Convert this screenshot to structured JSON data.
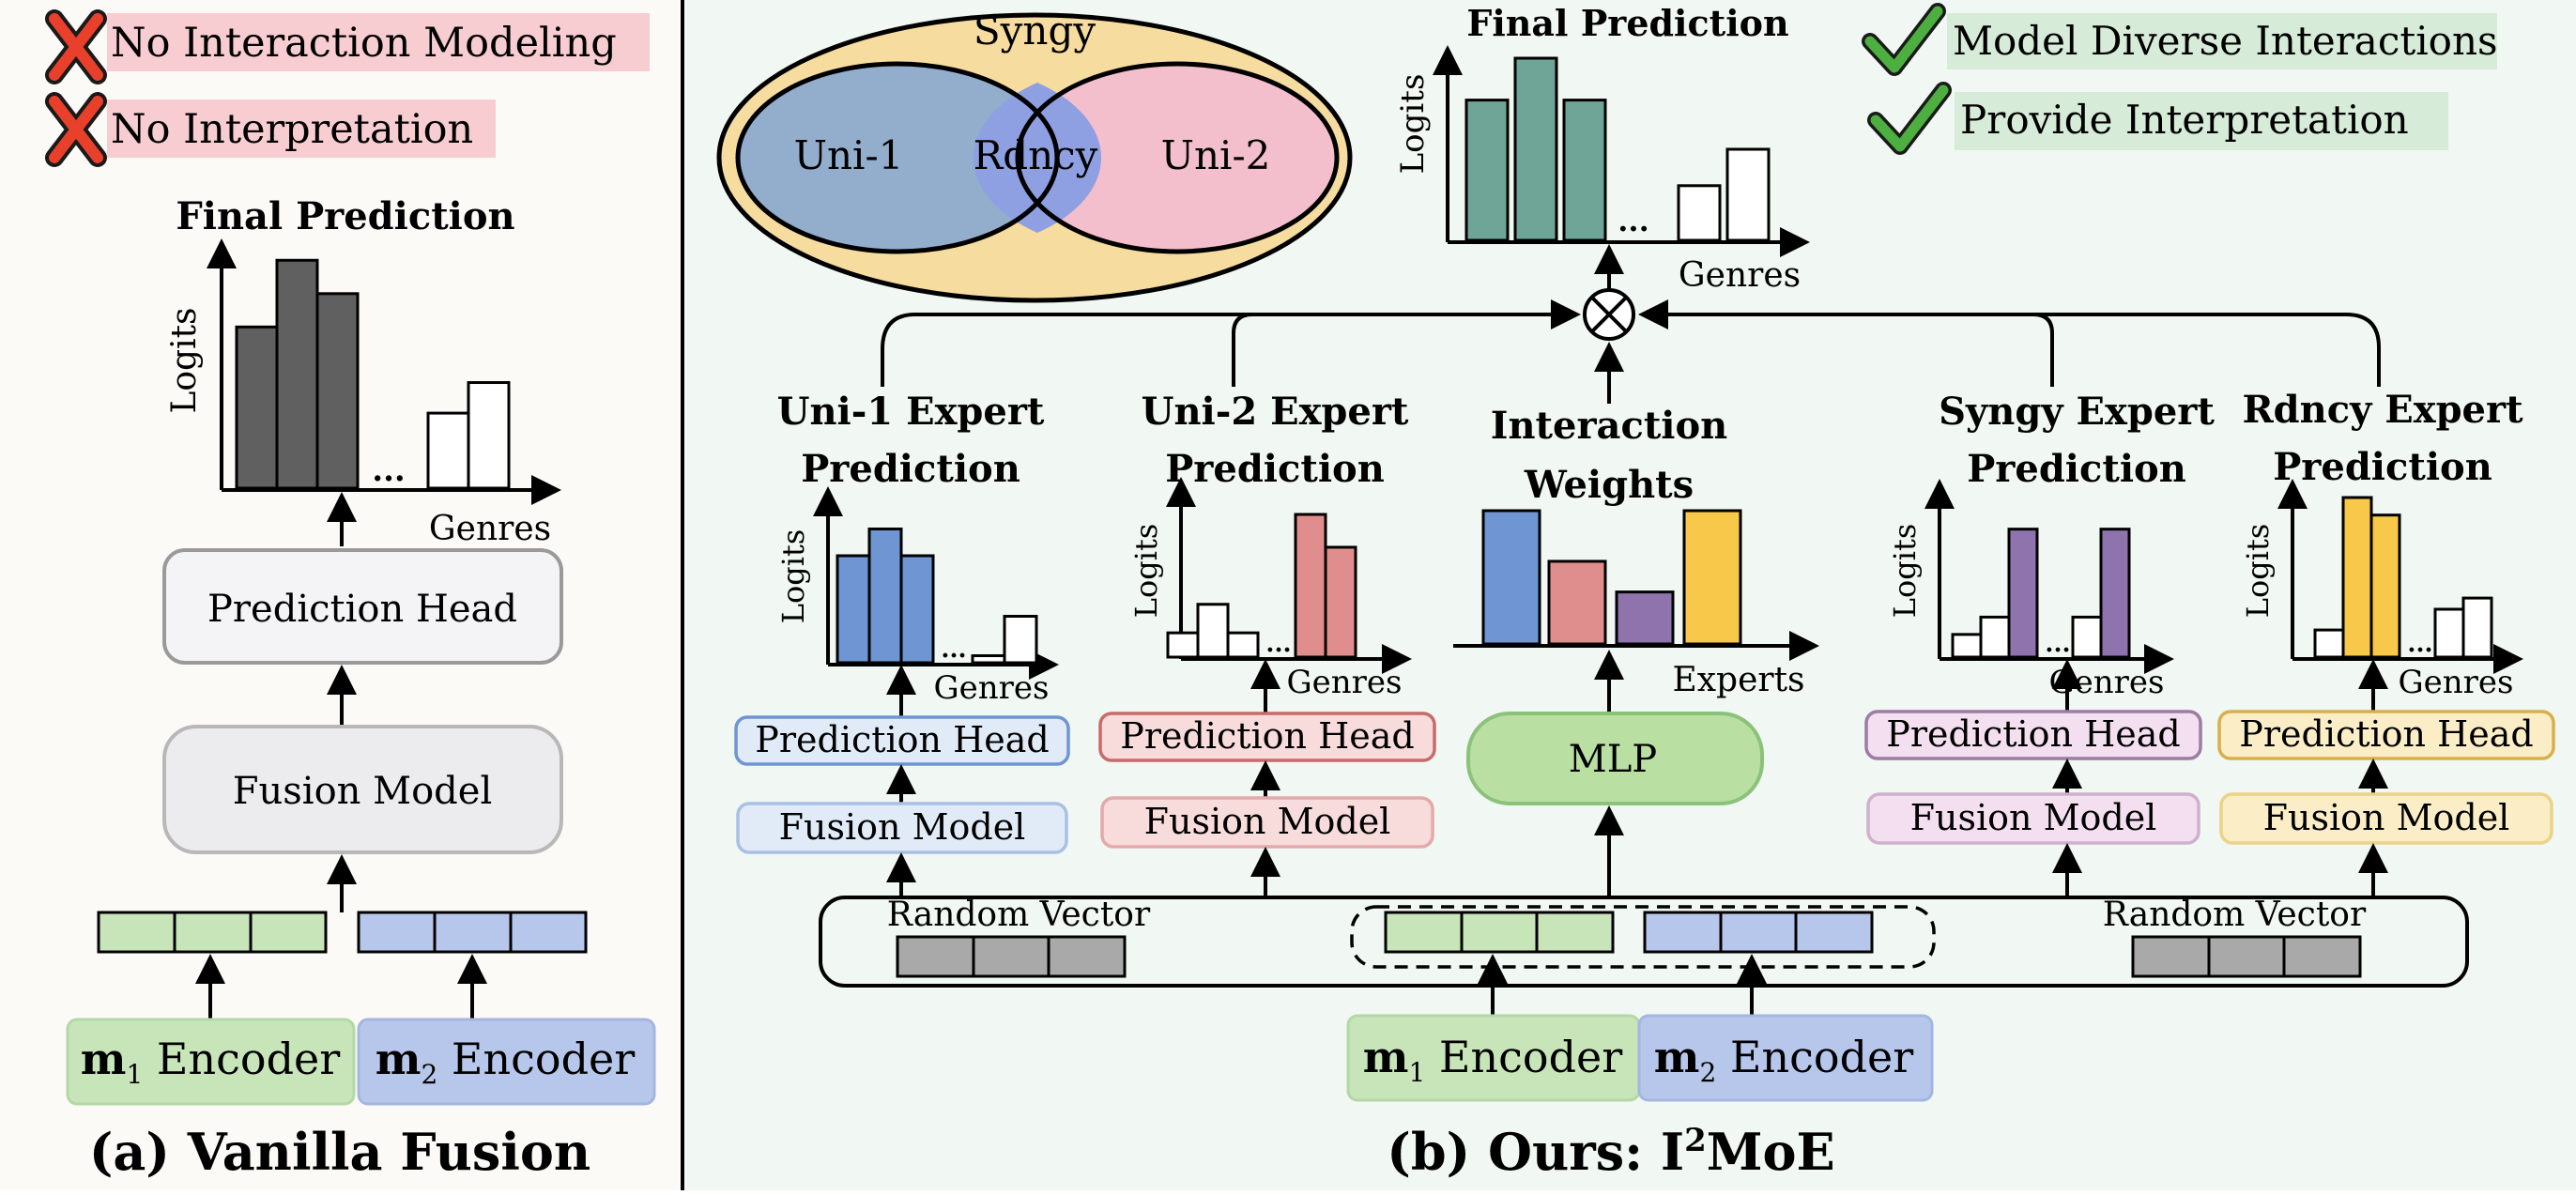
{
  "left_panel": {
    "bad_points": [
      "No Interaction Modeling",
      "No Interpretation"
    ],
    "final_prediction": "Final Prediction",
    "ylabel": "Logits",
    "xlabel": "Genres",
    "ellipsis": "...",
    "prediction_head": "Prediction Head",
    "fusion_model": "Fusion Model",
    "m1_encoder": {
      "m": "m",
      "sub": "1",
      "text": " Encoder"
    },
    "m2_encoder": {
      "m": "m",
      "sub": "2",
      "text": " Encoder"
    },
    "caption": "(a) Vanilla Fusion",
    "final_bars": [
      0.58,
      0.82,
      0.7,
      0,
      0.27,
      0.38
    ]
  },
  "right_panel": {
    "venn": {
      "outer": "Syngy",
      "left": "Uni-1",
      "middle": "Rdncy",
      "right": "Uni-2"
    },
    "final_prediction": "Final Prediction",
    "final_ylabel": "Logits",
    "final_xlabel": "Genres",
    "ellipsis": "...",
    "good_points": [
      "Model Diverse Interactions",
      "Provide Interpretation"
    ],
    "experts": [
      {
        "title1": "Uni-1 Expert",
        "title2": "Prediction",
        "ylabel": "Logits",
        "xlabel": "Genres",
        "head": "Prediction Head",
        "fusion": "Fusion Model",
        "color": "#6f95d2",
        "bars": [
          0.76,
          0.95,
          0.76,
          0,
          0.05,
          0.33
        ]
      },
      {
        "title1": "Uni-2 Expert",
        "title2": "Prediction",
        "ylabel": "Logits",
        "xlabel": "Genres",
        "head": "Prediction Head",
        "fusion": "Fusion Model",
        "color": "#e08d8d",
        "bars": [
          0.17,
          0.37,
          0.17,
          0,
          1.0,
          0.77
        ]
      },
      {
        "title1": "Syngy Expert",
        "title2": "Prediction",
        "ylabel": "Logits",
        "xlabel": "Genres",
        "head": "Prediction Head",
        "fusion": "Fusion Model",
        "color": "#8e73ad",
        "bars": [
          0.17,
          0.3,
          0.96,
          0,
          0.3,
          0.96
        ]
      },
      {
        "title1": "Rdncy Expert",
        "title2": "Prediction",
        "ylabel": "Logits",
        "xlabel": "Genres",
        "head": "Prediction Head",
        "fusion": "Fusion Model",
        "color": "#f7c849",
        "bars": [
          0.17,
          1.0,
          0.89,
          0,
          0.3,
          0.37
        ]
      }
    ],
    "interaction": {
      "title1": "Interaction",
      "title2": "Weights",
      "xlabel": "Experts",
      "mlp": "MLP",
      "bars": [
        1.0,
        0.62,
        0.39,
        1.0
      ],
      "colors": [
        "#6f95d2",
        "#e08d8d",
        "#8e73ad",
        "#f7c849"
      ]
    },
    "random_vector_left": "Random Vector",
    "random_vector_right": "Random Vector",
    "m1_encoder": {
      "m": "m",
      "sub": "1",
      "text": " Encoder"
    },
    "m2_encoder": {
      "m": "m",
      "sub": "2",
      "text": " Encoder"
    },
    "final_bars": [
      0.77,
      1.0,
      0.77,
      0,
      0.3,
      0.5
    ],
    "caption": {
      "prefix": "(b) Ours: I",
      "sup": "2",
      "suffix": "MoE"
    }
  },
  "colors": {
    "left_bg": "#fcfaf6",
    "right_bg": "#f1f7f2",
    "gray_bar": "#606060",
    "teal_bar": "#6fa596",
    "green_enc": "#c7e5b9",
    "blue_enc": "#b7c7ec",
    "bad_highlight": "#f7cdd1",
    "good_highlight": "#d7ebd9",
    "syngy": "#f6dc9e",
    "uni1": "#92aecc",
    "uni2": "#f4bfcd",
    "rdncy": "#8e9fe2"
  }
}
